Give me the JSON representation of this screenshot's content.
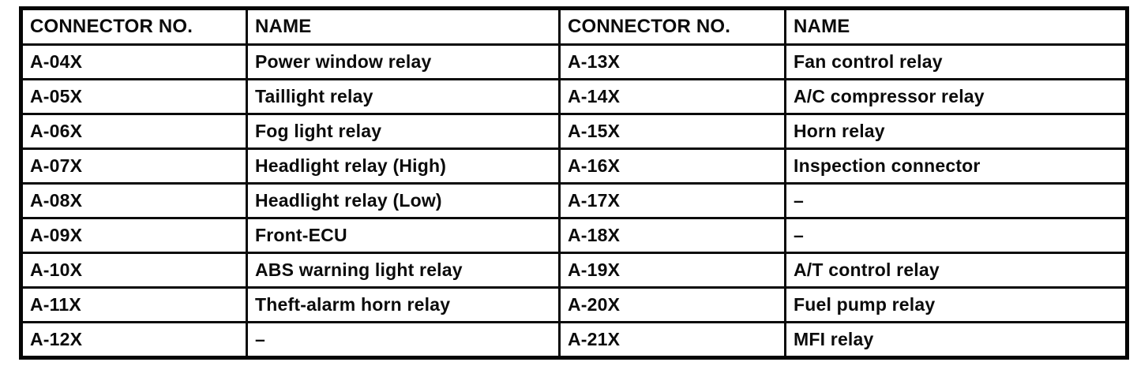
{
  "table": {
    "headers": [
      "CONNECTOR NO.",
      "NAME",
      "CONNECTOR NO.",
      "NAME"
    ],
    "rows": [
      [
        "A-04X",
        "Power window relay",
        "A-13X",
        "Fan control relay"
      ],
      [
        "A-05X",
        "Taillight relay",
        "A-14X",
        "A/C compressor relay"
      ],
      [
        "A-06X",
        "Fog light relay",
        "A-15X",
        "Horn relay"
      ],
      [
        "A-07X",
        "Headlight relay (High)",
        "A-16X",
        "Inspection connector"
      ],
      [
        "A-08X",
        "Headlight relay (Low)",
        "A-17X",
        "–"
      ],
      [
        "A-09X",
        "Front-ECU",
        "A-18X",
        "–"
      ],
      [
        "A-10X",
        "ABS warning light relay",
        "A-19X",
        "A/T control relay"
      ],
      [
        "A-11X",
        "Theft-alarm horn relay",
        "A-20X",
        "Fuel pump relay"
      ],
      [
        "A-12X",
        "–",
        "A-21X",
        "MFI relay"
      ]
    ]
  }
}
